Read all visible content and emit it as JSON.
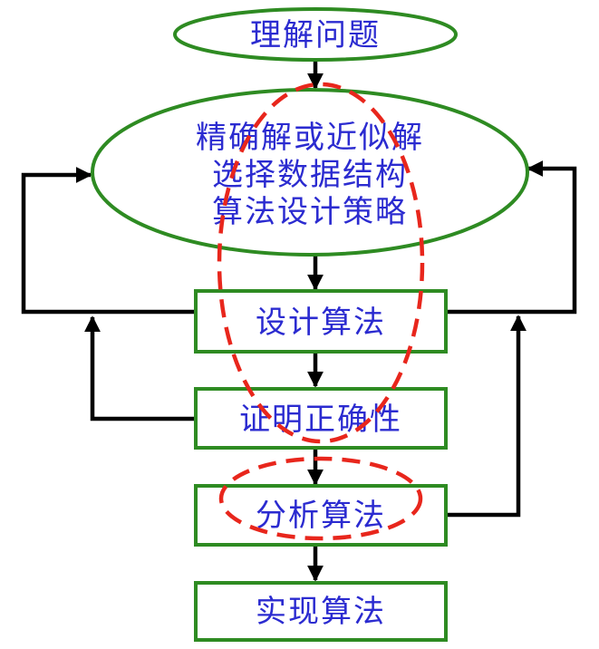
{
  "diagram": {
    "nodes": {
      "understand": "理解问题",
      "decide": {
        "line1": "精确解或近似解",
        "line2": "选择数据结构",
        "line3": "算法设计策略"
      },
      "design": "设计算法",
      "prove": "证明正确性",
      "analyze": "分析算法",
      "implement": "实现算法"
    },
    "colors": {
      "node_border": "#2e8b22",
      "node_text": "#2b2bd0",
      "arrow": "#000000",
      "highlight": "#e8261c"
    }
  }
}
